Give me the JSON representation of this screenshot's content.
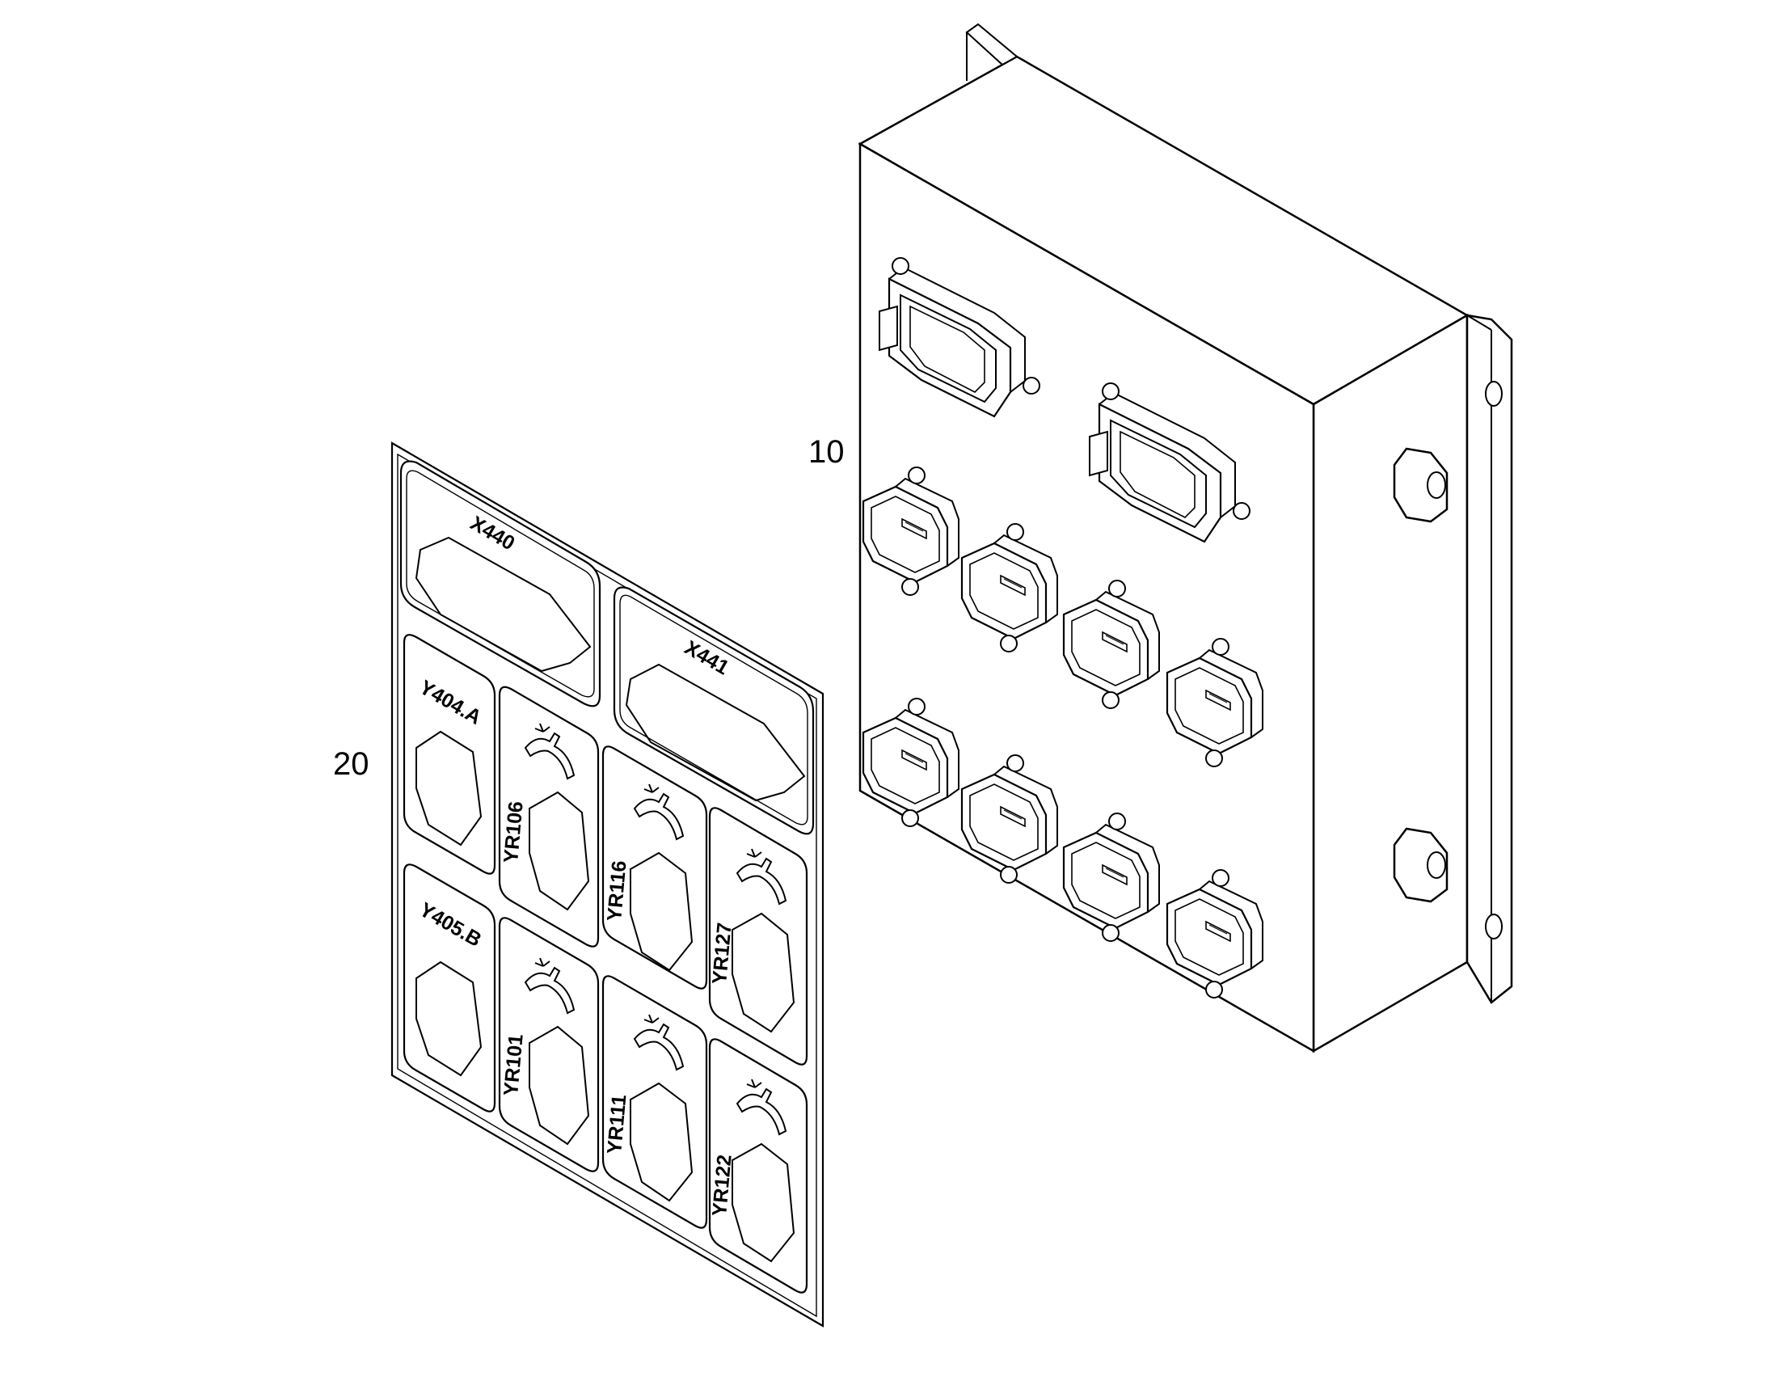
{
  "callouts": {
    "box": "10",
    "decal": "20"
  },
  "decal": {
    "top_labels": [
      "X440",
      "X441"
    ],
    "rows": [
      {
        "y_label": "Y404.A",
        "yr_labels": [
          "YR106",
          "YR116",
          "YR127"
        ]
      },
      {
        "y_label": "Y405.B",
        "yr_labels": [
          "YR101",
          "YR111",
          "YR122"
        ]
      }
    ]
  },
  "colors": {
    "line": "#000000",
    "background": "#ffffff"
  }
}
